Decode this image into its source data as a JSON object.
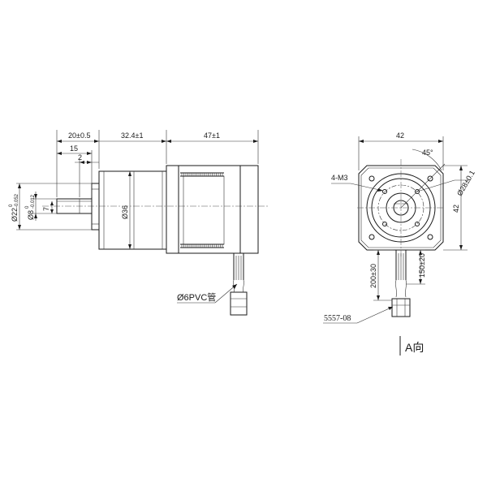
{
  "side_view": {
    "dim_shaft_total": "20±0.5",
    "dim_gearbox": "32.4±1",
    "dim_motor": "47±1",
    "dim_shaft_15": "15",
    "dim_shaft_2": "2",
    "dim_flat": "7",
    "dim_boss_prefix": "Ø22",
    "dim_boss_tol_upper": "0",
    "dim_boss_tol_lower": "-0.052",
    "dim_shaft_dia_prefix": "Ø8",
    "dim_shaft_tol_upper": "0",
    "dim_shaft_tol_lower": "-0.012",
    "dim_gearbox_dia": "Ø36",
    "cable_label": "Ø6PVC管"
  },
  "front_view": {
    "dim_width": "42",
    "dim_angle": "45°",
    "dim_height": "42",
    "hole_label": "4-M3",
    "dim_pcd": "Ø28±0.1",
    "dim_cable_1": "200±30",
    "dim_cable_2": "150±20",
    "connector_label": "5557-08",
    "view_label": "A向"
  }
}
